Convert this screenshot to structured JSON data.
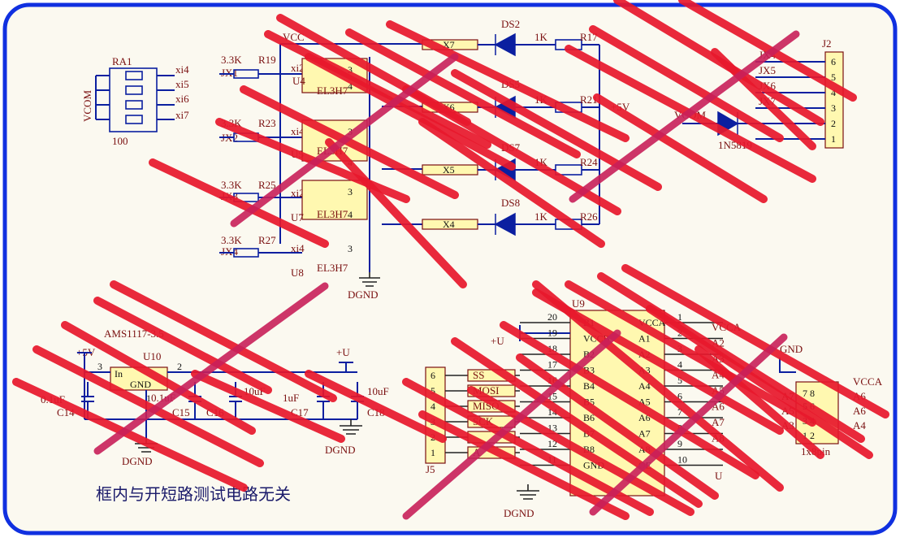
{
  "colors": {
    "frame": "#1030e0",
    "background": "#fbf9f0",
    "wire": "#0b1fa0",
    "label": "#7a1010",
    "strike": "#e8182c",
    "chip_fill": "#fff8b0"
  },
  "ra1": {
    "ref": "RA1",
    "value": "100",
    "net_vcom": "VCOM",
    "nets": [
      "xi4",
      "xi5",
      "xi6",
      "xi7"
    ]
  },
  "opto": {
    "vcc": "VCC",
    "dgnd": "DGND",
    "inputs": [
      "JX1",
      "JX2",
      "JX3",
      "JX4"
    ],
    "res_vals": [
      "3.3K",
      "3.3K",
      "3.3K",
      "3.3K"
    ],
    "res_refs": [
      "R19",
      "R23",
      "R25",
      "R27"
    ],
    "xi_nets": [
      "xi2",
      "xi4",
      "xi2",
      "xi4"
    ],
    "chip_refs": [
      "U4",
      "U5",
      "U7",
      "U8"
    ],
    "chip_type": "EL3H7",
    "pins": [
      "1",
      "2",
      "3",
      "4"
    ]
  },
  "leds": {
    "nets": [
      "X7",
      "X6",
      "X5",
      "X4"
    ],
    "refs": [
      "DS2",
      "DS5",
      "DS7",
      "DS8"
    ],
    "res_val": "1K",
    "res_refs": [
      "R17",
      "R21",
      "R24",
      "R26"
    ],
    "supply": "+5V"
  },
  "j2": {
    "ref": "J2",
    "pins": [
      "6",
      "5",
      "4",
      "3",
      "2",
      "1"
    ],
    "nets": [
      "JX4",
      "JX5",
      "JX6",
      "JX7"
    ],
    "diode_ref": "1N5819",
    "vcom": "VCOM"
  },
  "power": {
    "reg_title": "AMS1117-3.5",
    "reg_ref": "U10",
    "pin_in": "In",
    "pin_gnd": "GND",
    "net_5v": "+5V",
    "net_u": "+U",
    "pin3": "3",
    "pin2": "2",
    "pin1": "1",
    "caps": [
      "0.1uF",
      "0.1uF",
      "10uF",
      "1uF",
      "10uF"
    ],
    "cap_refs": [
      "C14",
      "C15",
      "C16",
      "C17",
      "C18"
    ],
    "dgnd": "DGND"
  },
  "note": "框内与开短路测试电路无关",
  "u9": {
    "ref": "U9",
    "net_u": "+U",
    "left_pins": [
      "20",
      "19",
      "18",
      "17",
      "16",
      "15",
      "14",
      "13",
      "12",
      "11"
    ],
    "left_names": [
      "B1",
      "VCCB",
      "B2",
      "B3",
      "B4",
      "B5",
      "B6",
      "B7",
      "B8",
      "GND"
    ],
    "right_names": [
      "VCCA",
      "A1",
      "A2",
      "A3",
      "A4",
      "A5",
      "A6",
      "A7",
      "A8",
      "OE"
    ],
    "right_pins": [
      "1",
      "2",
      "3",
      "4",
      "5",
      "6",
      "7",
      "8",
      "9",
      "10"
    ],
    "right_nets": [
      "VCCA",
      "A2",
      "A3",
      "A4",
      "A5",
      "A6",
      "A7",
      "A8"
    ],
    "u_label": "U",
    "dgnd": "DGND"
  },
  "j5": {
    "ref": "J5",
    "pins": [
      "6",
      "5",
      "4",
      "3",
      "2",
      "1"
    ],
    "signals": [
      "SS",
      "MOSI",
      "MISO",
      "SCK",
      "",
      "A"
    ]
  },
  "conn8": {
    "title": "VCCA",
    "nets": [
      "A7",
      "A5",
      "A3"
    ],
    "right_nets": [
      "A6",
      "A6",
      "A4"
    ],
    "pin_pairs": [
      "7 8",
      "5 6",
      "3 4",
      "1 2"
    ],
    "caption": "1x8pin",
    "dgnd": "GND"
  }
}
